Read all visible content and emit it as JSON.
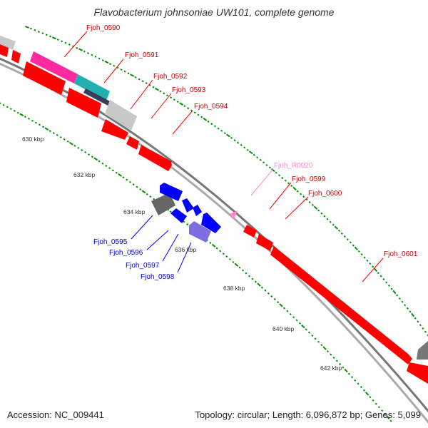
{
  "title": "Flavobacterium johnsoniae UW101, complete genome",
  "footer": {
    "accession": "Accession: NC_009441",
    "summary": "Topology: circular; Length: 6,096,872 bp; Genes: 5,099"
  },
  "colors": {
    "forward_gene": "#ff0000",
    "reverse_gene": "#0000ff",
    "rna_gene": "#ff88cc",
    "grey_feature": "#c8c8c8",
    "dark_feature": "#666666",
    "magenta_feature": "#ff2aa0",
    "teal_feature": "#20b0b0",
    "lavender_feature": "#7a6fe0",
    "backbone": "#888888",
    "tick_marks": "#009000"
  },
  "scale_labels": [
    "630 kbp",
    "632 kbp",
    "634 kbp",
    "636 kbp",
    "638 kbp",
    "640 kbp",
    "642 kbp"
  ],
  "gene_labels": {
    "forward": [
      "Fjoh_0590",
      "Fjoh_0591",
      "Fjoh_0592",
      "Fjoh_0593",
      "Fjoh_0594",
      "Fjoh_0599",
      "Fjoh_0600",
      "Fjoh_0601"
    ],
    "reverse": [
      "Fjoh_0595",
      "Fjoh_0596",
      "Fjoh_0597",
      "Fjoh_0598"
    ],
    "rna": [
      "Fjoh_R0020"
    ]
  }
}
